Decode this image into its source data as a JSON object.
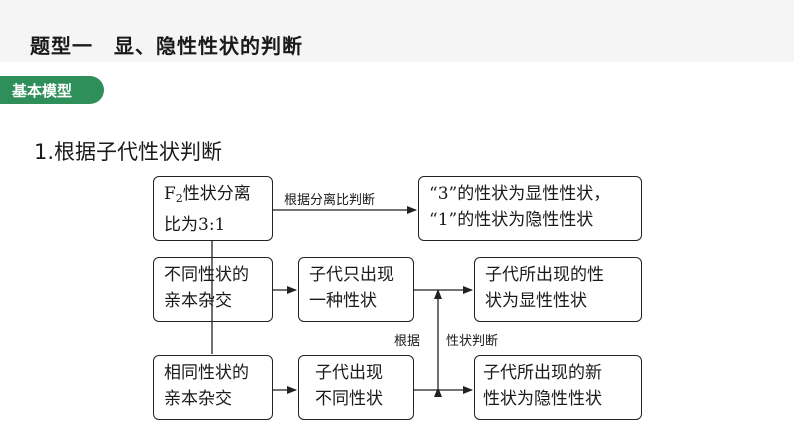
{
  "header": {
    "title": "题型一　显、隐性性状的判断"
  },
  "badge": {
    "label": "基本模型"
  },
  "section": {
    "heading": "1.根据子代性状判断"
  },
  "diagram": {
    "box_f2": {
      "prefix": "F",
      "subscript": "2",
      "line1_rest": "性状分离",
      "line2": "比为3:1"
    },
    "label_ratio": "根据分离比判断",
    "box_result1": {
      "line1": "“3”的性状为显性性状，",
      "line2": "“1”的性状为隐性性状"
    },
    "box_cross_diff": {
      "line1": "不同性状的",
      "line2": "亲本杂交"
    },
    "box_one_trait": {
      "line1": "子代只出现",
      "line2": "一种性状"
    },
    "box_result2": {
      "line1": "子代所出现的性",
      "line2": "状为显性性状"
    },
    "label_judge_a": "根据",
    "label_judge_b": "性状判断",
    "box_cross_same": {
      "line1": "相同性状的",
      "line2": "亲本杂交"
    },
    "box_diff_trait": {
      "line1": "子代出现",
      "line2": "不同性状"
    },
    "box_result3": {
      "line1": "子代所出现的新",
      "line2": "性状为隐性性状"
    }
  }
}
